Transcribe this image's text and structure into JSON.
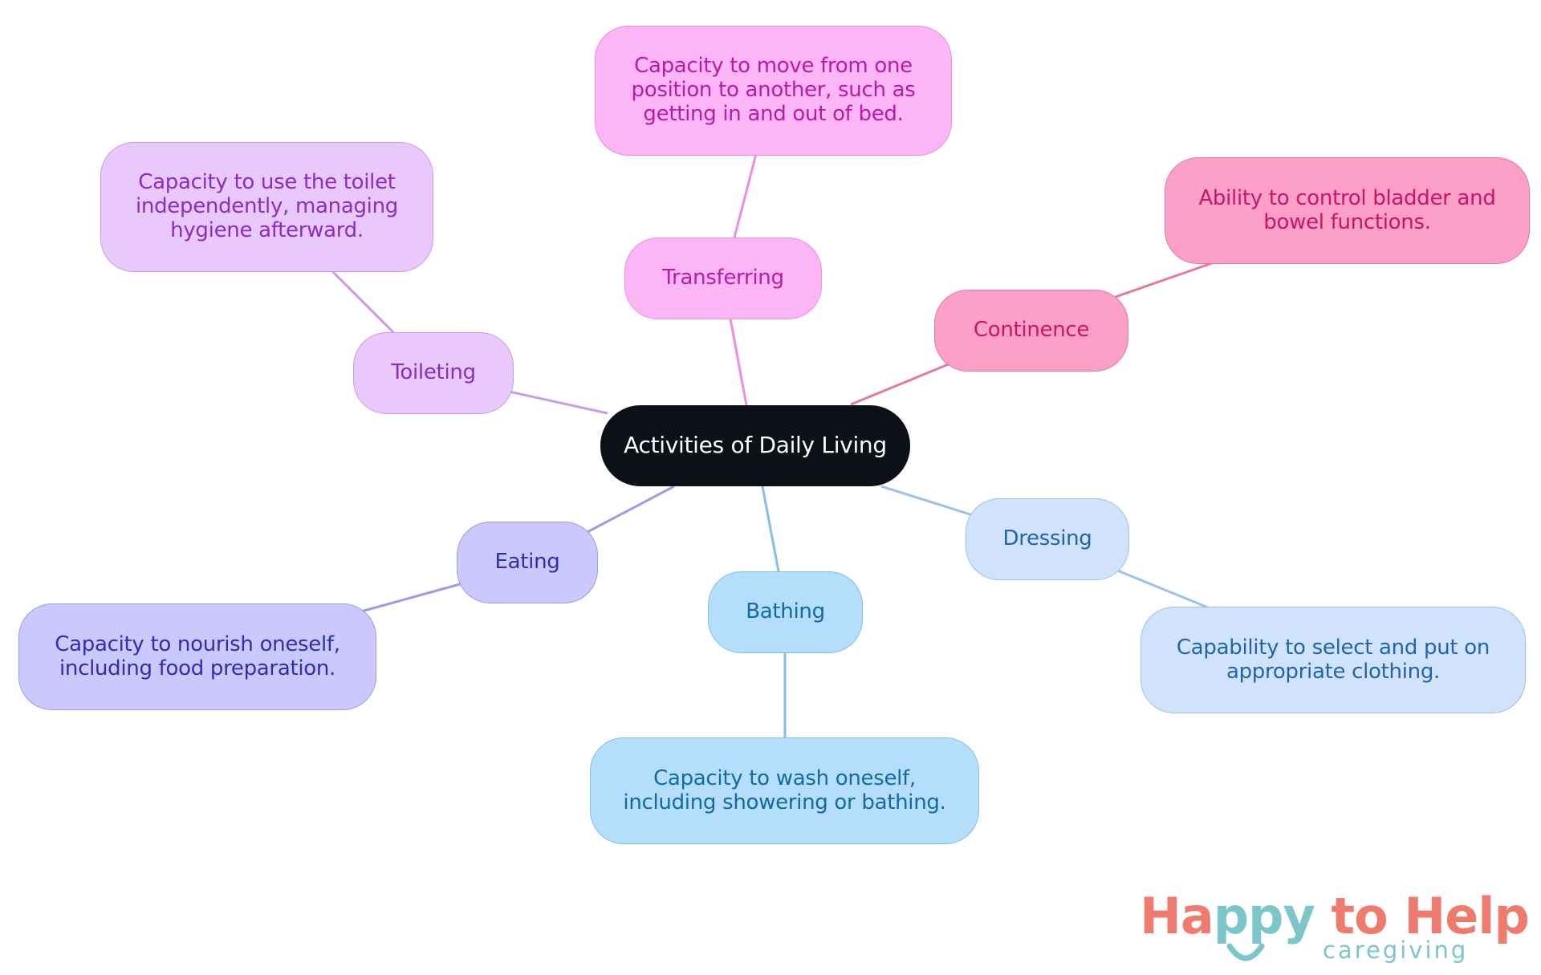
{
  "diagram": {
    "center": {
      "label": "Activities of Daily Living"
    },
    "branches": {
      "toileting": {
        "label": "Toileting",
        "description": "Capacity to use the toilet independently, managing hygiene afterward.",
        "description_lines": [
          "Capacity to use the toilet",
          "independently, managing",
          "hygiene afterward."
        ]
      },
      "transferring": {
        "label": "Transferring",
        "description": "Capacity to move from one position to another, such as getting in and out of bed.",
        "description_lines": [
          "Capacity to move from one",
          "position to another, such as",
          "getting in and out of bed."
        ]
      },
      "continence": {
        "label": "Continence",
        "description": "Ability to control bladder and bowel functions.",
        "description_lines": [
          "Ability to control bladder and",
          "bowel functions."
        ]
      },
      "dressing": {
        "label": "Dressing",
        "description": "Capability to select and put on appropriate clothing.",
        "description_lines": [
          "Capability to select and put on",
          "appropriate clothing."
        ]
      },
      "bathing": {
        "label": "Bathing",
        "description": "Capacity to wash oneself, including showering or bathing.",
        "description_lines": [
          "Capacity to wash oneself,",
          "including showering or bathing."
        ]
      },
      "eating": {
        "label": "Eating",
        "description": "Capacity to nourish oneself, including food preparation.",
        "description_lines": [
          "Capacity to nourish oneself,",
          "including food preparation."
        ]
      }
    }
  },
  "logo": {
    "brand_part1": "Ha",
    "brand_part2": "ppy",
    "brand_part3": " to Help",
    "tagline": "caregiving"
  },
  "colors": {
    "center": "#0d1117",
    "toileting": "#e9c8fc",
    "transferring": "#fdb6f5",
    "continence": "#fca0c8",
    "dressing": "#d0e3fb",
    "bathing": "#b4defc",
    "eating": "#cac8fc",
    "logo_coral": "#ee7b6d",
    "logo_teal": "#7cc5c9"
  }
}
